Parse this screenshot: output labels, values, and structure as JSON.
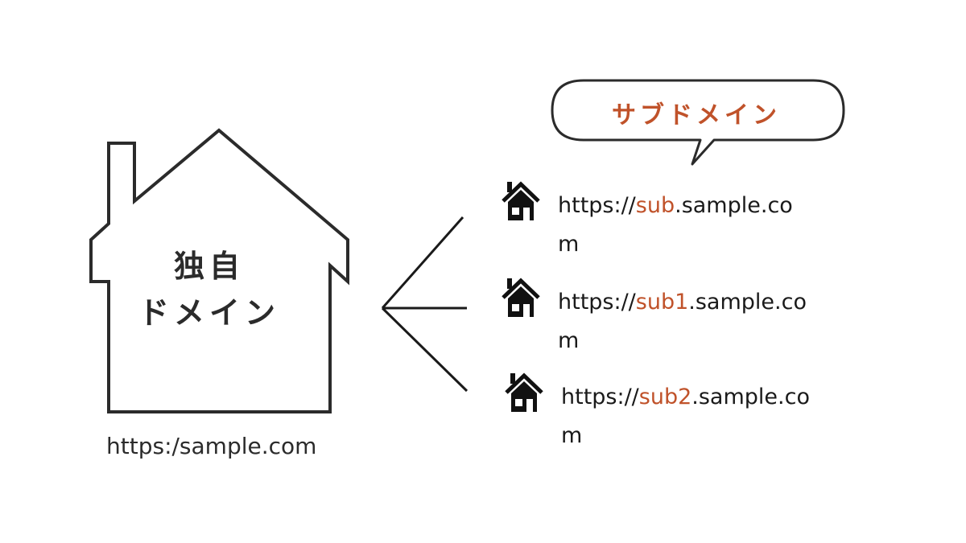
{
  "main_domain": {
    "label_line1": "独自",
    "label_line2": "ドメイン",
    "url": "https:/sample.com"
  },
  "subdomain_bubble": {
    "label": "サブドメイン"
  },
  "subdomains": [
    {
      "prefix": "https://",
      "sub": "sub",
      "suffix_main": ".sample.co",
      "suffix_wrap": "m"
    },
    {
      "prefix": "https://",
      "sub": "sub1",
      "suffix_main": ".sample.co",
      "suffix_wrap": "m"
    },
    {
      "prefix": "https://",
      "sub": "sub2",
      "suffix_main": ".sample.co",
      "suffix_wrap": "m"
    }
  ],
  "colors": {
    "accent": "#c0522a",
    "line": "#2b2b2b"
  },
  "icons": [
    "home-icon",
    "home-icon",
    "home-icon"
  ]
}
